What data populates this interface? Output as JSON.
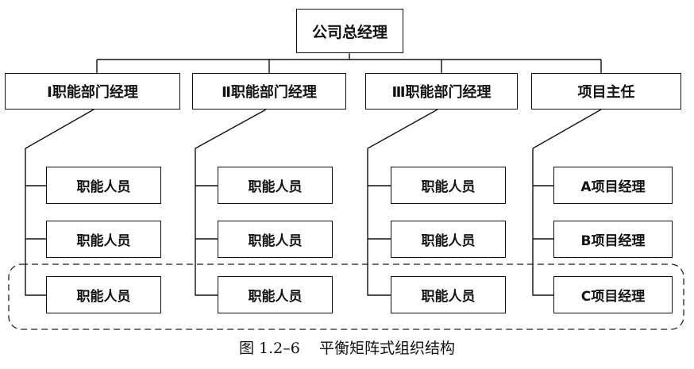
{
  "org_chart": {
    "root": {
      "label": "公司总经理"
    },
    "managers": [
      {
        "label": "Ⅰ职能部门经理",
        "members": [
          "职能人员",
          "职能人员",
          "职能人员"
        ]
      },
      {
        "label": "Ⅱ职能部门经理",
        "members": [
          "职能人员",
          "职能人员",
          "职能人员"
        ]
      },
      {
        "label": "Ⅲ职能部门经理",
        "members": [
          "职能人员",
          "职能人员",
          "职能人员"
        ]
      },
      {
        "label": "项目主任",
        "members": [
          "A项目经理",
          "B项目经理",
          "C项目经理"
        ]
      }
    ],
    "dashed_group": "project-team-row",
    "caption": "图 1.2–6    平衡矩阵式组织结构"
  }
}
